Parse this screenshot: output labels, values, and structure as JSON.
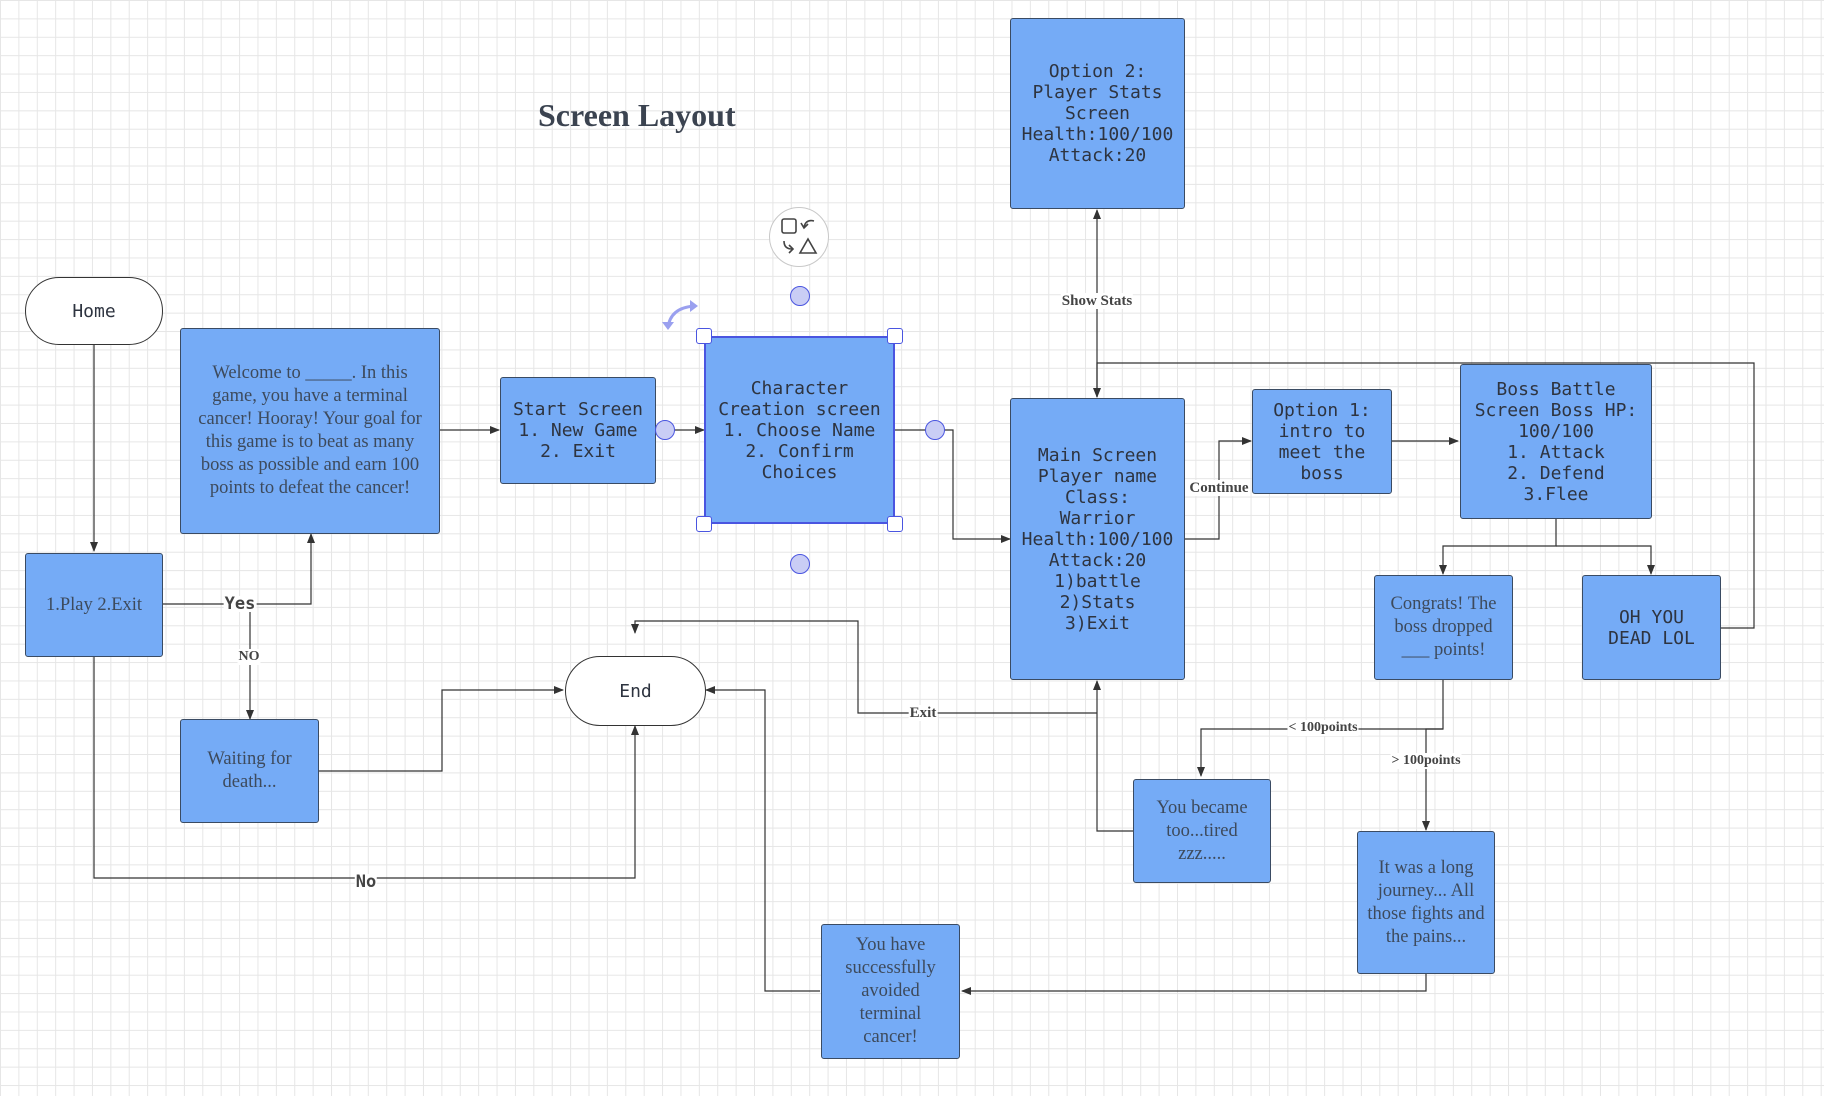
{
  "title": "Screen Layout",
  "nodes": {
    "home": "Home",
    "welcome": "Welcome to _____. In this game, you have a terminal cancer! Hooray! Your goal for this game is to beat as many boss as possible and earn 100 points to defeat the cancer!",
    "play_exit": "1.Play 2.Exit",
    "waiting": "Waiting for\ndeath...",
    "start_screen": "Start Screen\n1. New Game\n2. Exit",
    "character_creation": "Character\nCreation screen\n1. Choose Name\n2. Confirm\nChoices",
    "end": "End",
    "option2": "Option 2:\nPlayer Stats\nScreen\nHealth:100/100\nAttack:20",
    "main_screen": "Main Screen\nPlayer name\nClass:\nWarrior\nHealth:100/100\nAttack:20\n1)battle\n2)Stats\n3)Exit",
    "option1": "Option 1:\nintro to\nmeet the\nboss",
    "boss_battle": "Boss Battle\nScreen Boss HP:\n100/100\n1. Attack\n2. Defend\n3.Flee",
    "congrats": "Congrats! The boss dropped ___ points!",
    "dead": "OH YOU\nDEAD LOL",
    "tired": "You became too...tired zzz.....",
    "journey": "It was a long journey... All those fights and the pains...",
    "avoided": "You have successfully avoided terminal cancer!"
  },
  "edge_labels": {
    "yes": "Yes",
    "no_upper": "NO",
    "no_lower": "No",
    "show_stats": "Show Stats",
    "continue": "Continue",
    "exit": "Exit",
    "less_100": "< 100points",
    "more_100": "> 100points"
  },
  "colors": {
    "node_fill": "#75abf6",
    "node_border": "#3a4b63",
    "selection": "#4a55e0",
    "connector": "#333333"
  }
}
